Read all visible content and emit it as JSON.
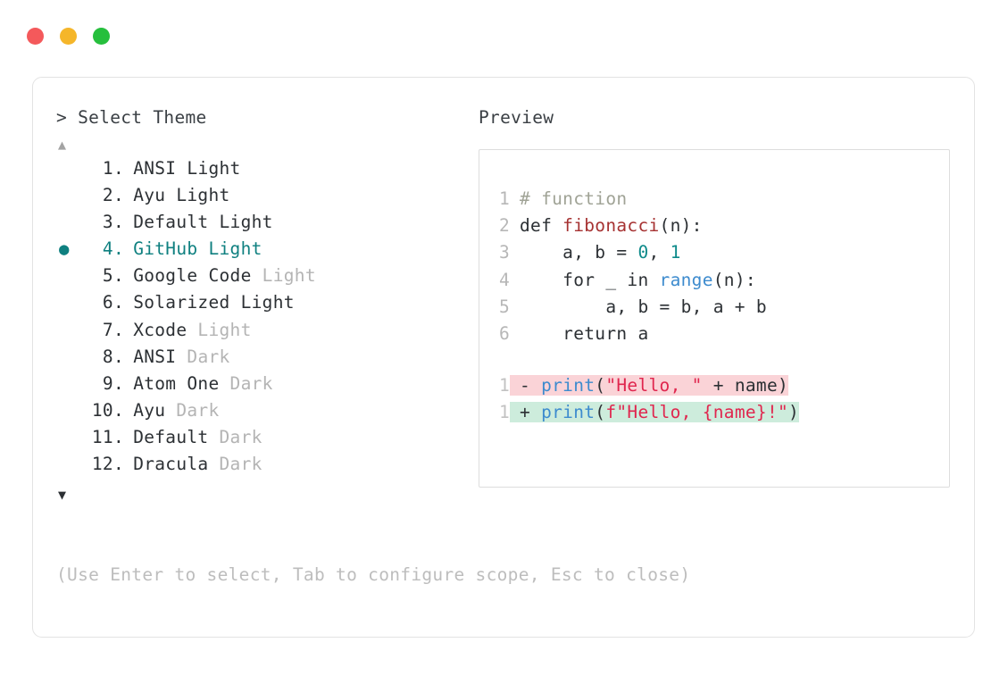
{
  "window": {
    "dots": [
      {
        "name": "close-dot",
        "color": "#f4595b"
      },
      {
        "name": "minimize-dot",
        "color": "#f5b62a"
      },
      {
        "name": "maximize-dot",
        "color": "#26bf3d"
      }
    ]
  },
  "picker": {
    "heading": "> Select Theme",
    "scroll_up": "▲",
    "scroll_down": "▼",
    "selected_index": 4,
    "selected_marker": "●",
    "hint": "(Use Enter to select, Tab to configure scope, Esc to close)",
    "accent_color": "#0f8080",
    "items": [
      {
        "index": " 1.",
        "name": "ANSI",
        "variant": " Light",
        "variant_muted": false,
        "selected": false
      },
      {
        "index": " 2.",
        "name": "Ayu",
        "variant": " Light",
        "variant_muted": false,
        "selected": false
      },
      {
        "index": " 3.",
        "name": "Default",
        "variant": " Light",
        "variant_muted": false,
        "selected": false
      },
      {
        "index": " 4.",
        "name": "GitHub",
        "variant": " Light",
        "variant_muted": false,
        "selected": true
      },
      {
        "index": " 5.",
        "name": "Google Code",
        "variant": " Light",
        "variant_muted": true,
        "selected": false
      },
      {
        "index": " 6.",
        "name": "Solarized",
        "variant": " Light",
        "variant_muted": false,
        "selected": false
      },
      {
        "index": " 7.",
        "name": "Xcode",
        "variant": " Light",
        "variant_muted": true,
        "selected": false
      },
      {
        "index": " 8.",
        "name": "ANSI",
        "variant": " Dark",
        "variant_muted": true,
        "selected": false
      },
      {
        "index": " 9.",
        "name": "Atom One",
        "variant": " Dark",
        "variant_muted": true,
        "selected": false
      },
      {
        "index": "10.",
        "name": "Ayu",
        "variant": " Dark",
        "variant_muted": true,
        "selected": false
      },
      {
        "index": "11.",
        "name": "Default",
        "variant": " Dark",
        "variant_muted": true,
        "selected": false
      },
      {
        "index": "12.",
        "name": "Dracula",
        "variant": " Dark",
        "variant_muted": true,
        "selected": false
      }
    ]
  },
  "preview": {
    "heading": "Preview",
    "code_lines": [
      {
        "no": "1",
        "tokens": [
          {
            "t": "# function",
            "c": "comment"
          }
        ]
      },
      {
        "no": "2",
        "tokens": [
          {
            "t": "def ",
            "c": "keyword"
          },
          {
            "t": "fibonacci",
            "c": "func"
          },
          {
            "t": "(n):",
            "c": "plain"
          }
        ]
      },
      {
        "no": "3",
        "tokens": [
          {
            "t": "    a, b = ",
            "c": "plain"
          },
          {
            "t": "0",
            "c": "number"
          },
          {
            "t": ", ",
            "c": "plain"
          },
          {
            "t": "1",
            "c": "number"
          }
        ]
      },
      {
        "no": "4",
        "tokens": [
          {
            "t": "    for _ in ",
            "c": "plain"
          },
          {
            "t": "range",
            "c": "builtin"
          },
          {
            "t": "(n):",
            "c": "plain"
          }
        ]
      },
      {
        "no": "5",
        "tokens": [
          {
            "t": "        a, b = b, a + b",
            "c": "plain"
          }
        ]
      },
      {
        "no": "6",
        "tokens": [
          {
            "t": "    return a",
            "c": "plain"
          }
        ]
      }
    ],
    "diff_lines": [
      {
        "no": "1",
        "kind": "removed",
        "bg": "#fad3d7",
        "tokens": [
          {
            "t": "- ",
            "c": "plain"
          },
          {
            "t": "print",
            "c": "call"
          },
          {
            "t": "(",
            "c": "plain"
          },
          {
            "t": "\"Hello, \"",
            "c": "string"
          },
          {
            "t": " + name)",
            "c": "plain"
          }
        ]
      },
      {
        "no": "1",
        "kind": "added",
        "bg": "#cdecdc",
        "tokens": [
          {
            "t": "+ ",
            "c": "plain"
          },
          {
            "t": "print",
            "c": "call"
          },
          {
            "t": "(",
            "c": "plain"
          },
          {
            "t": "f\"Hello, {name}!\"",
            "c": "string"
          },
          {
            "t": ")",
            "c": "plain"
          }
        ]
      }
    ]
  }
}
